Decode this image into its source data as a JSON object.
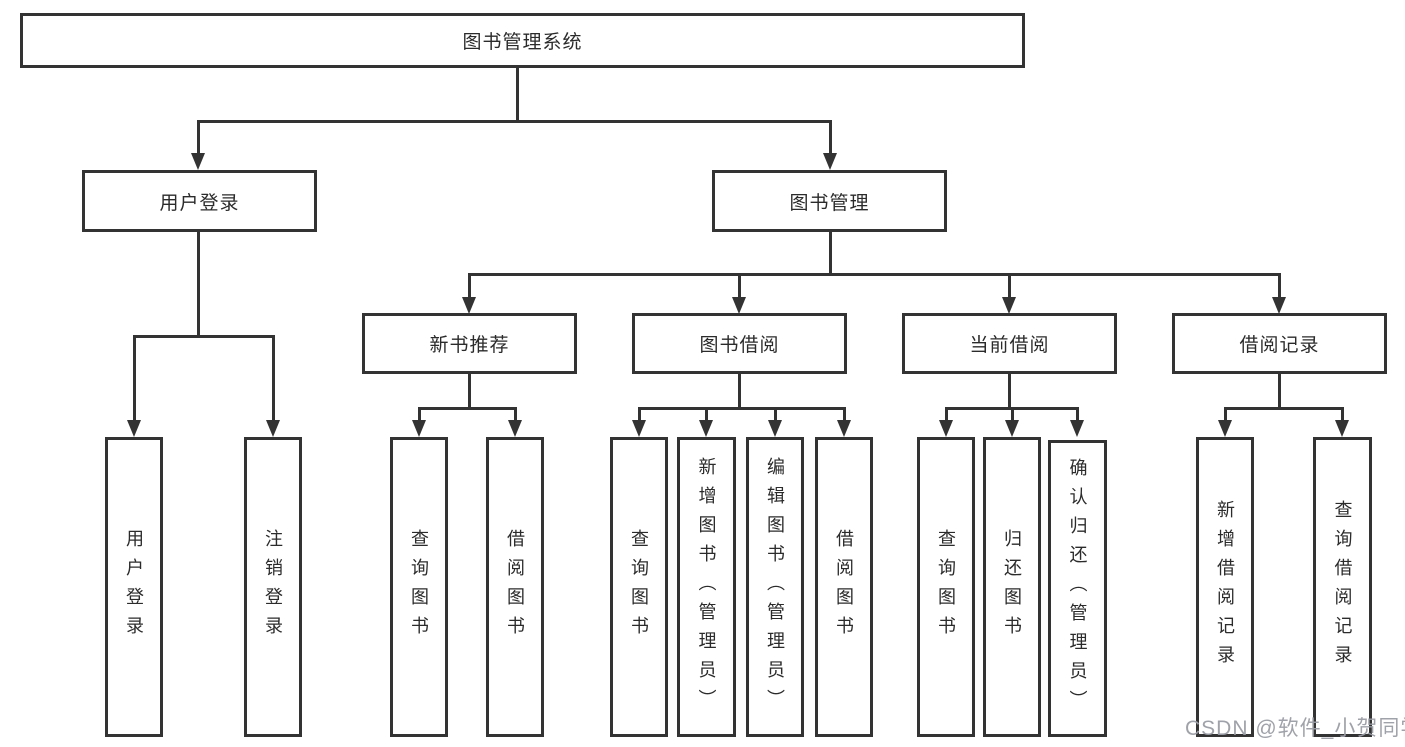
{
  "diagram": {
    "title": "图书管理系统",
    "watermark": "CSDN @软件_小贺同学",
    "colors": {
      "line": "#333333",
      "text": "#2b2b2b",
      "background": "#ffffff",
      "watermark": "#9b9ea6"
    },
    "nodes": {
      "root": "图书管理系统",
      "user_login": "用户登录",
      "book_mgmt": "图书管理",
      "new_books": "新书推荐",
      "book_borrow": "图书借阅",
      "current_borrow": "当前借阅",
      "borrow_records": "借阅记录",
      "leaf_user_login": "用户登录",
      "leaf_logout": "注销登录",
      "leaf_nb_search": "查询图书",
      "leaf_nb_borrow": "借阅图书",
      "leaf_bb_search": "查询图书",
      "leaf_bb_add": "新增图书（管理员）",
      "leaf_bb_edit": "编辑图书（管理员）",
      "leaf_bb_borrow": "借阅图书",
      "leaf_cb_search": "查询图书",
      "leaf_cb_return": "归还图书",
      "leaf_cb_confirm": "确认归还（管理员）",
      "leaf_br_add": "新增借阅记录",
      "leaf_br_search": "查询借阅记录"
    },
    "hierarchy": {
      "图书管理系统": {
        "用户登录": [
          "用户登录",
          "注销登录"
        ],
        "图书管理": {
          "新书推荐": [
            "查询图书",
            "借阅图书"
          ],
          "图书借阅": [
            "查询图书",
            "新增图书（管理员）",
            "编辑图书（管理员）",
            "借阅图书"
          ],
          "当前借阅": [
            "查询图书",
            "归还图书",
            "确认归还（管理员）"
          ],
          "借阅记录": [
            "新增借阅记录",
            "查询借阅记录"
          ]
        }
      }
    }
  }
}
